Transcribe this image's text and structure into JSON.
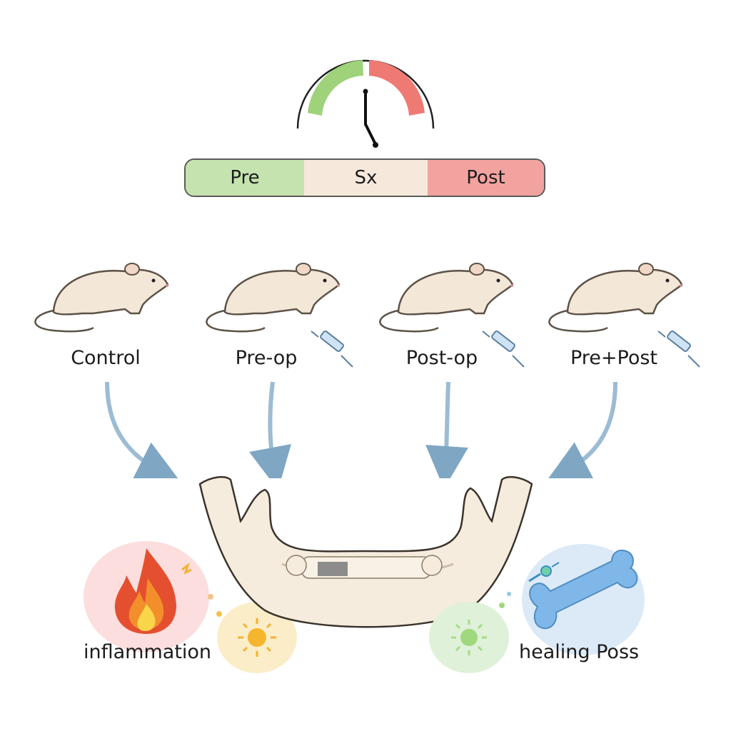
{
  "timeline": {
    "segments": [
      "Pre",
      "Sx",
      "Post"
    ],
    "colors": [
      "#c5e3ae",
      "#f6e9dc",
      "#f2a3a0"
    ]
  },
  "groups": [
    {
      "label": "Control",
      "syringe": false
    },
    {
      "label": "Pre-op",
      "syringe": true
    },
    {
      "label": "Post-op",
      "syringe": true
    },
    {
      "label": "Pre+Post",
      "syringe": true
    }
  ],
  "outcomes": {
    "left": "inflammation",
    "right": "healing Poss"
  },
  "icons": [
    "clock-gauge-icon",
    "rat-icon",
    "syringe-icon",
    "arrow-icon",
    "mandible-icon",
    "fire-icon",
    "sun-icon",
    "bone-icon",
    "cell-icon"
  ]
}
